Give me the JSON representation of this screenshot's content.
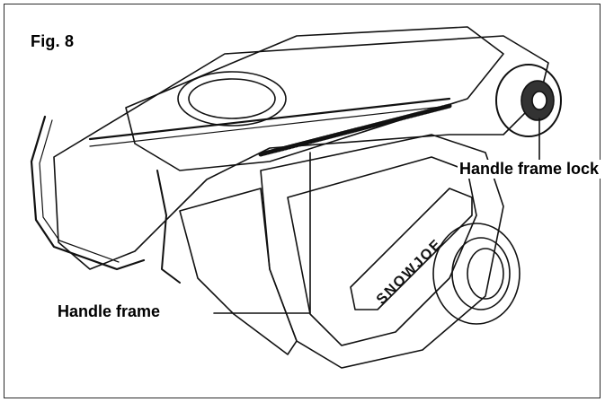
{
  "figure": {
    "label": "Fig. 8",
    "brand_text": "SNOWJOE"
  },
  "callouts": {
    "handle_frame_lock": "Handle frame lock",
    "handle_frame": "Handle frame"
  },
  "colors": {
    "line": "#111111",
    "border": "#2b2b2b",
    "background": "#ffffff"
  }
}
